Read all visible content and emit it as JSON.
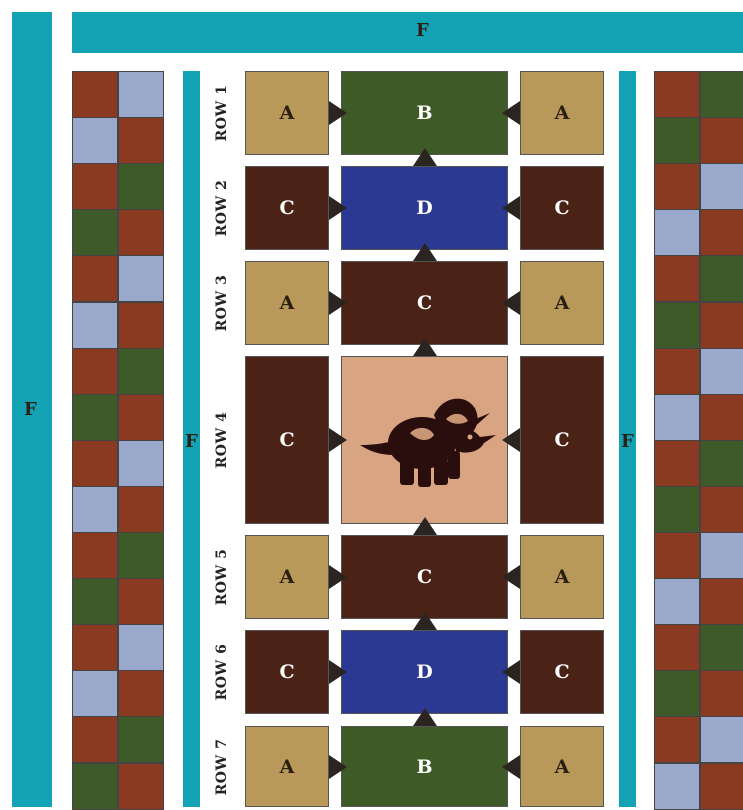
{
  "labels": {
    "top_band": "F",
    "left_band": "F",
    "inner_left_band": "F",
    "inner_right_band": "F"
  },
  "rows": [
    {
      "label": "ROW 1",
      "left": "A",
      "center": "B",
      "right": "A"
    },
    {
      "label": "ROW 2",
      "left": "C",
      "center": "D",
      "right": "C"
    },
    {
      "label": "ROW 3",
      "left": "A",
      "center": "C",
      "right": "A"
    },
    {
      "label": "ROW 4",
      "left": "C",
      "center": "",
      "right": "C"
    },
    {
      "label": "ROW 5",
      "left": "A",
      "center": "C",
      "right": "A"
    },
    {
      "label": "ROW 6",
      "left": "C",
      "center": "D",
      "right": "C"
    },
    {
      "label": "ROW 7",
      "left": "A",
      "center": "B",
      "right": "A"
    }
  ],
  "colors": {
    "band": "#14a3b4",
    "A": "#b8995a",
    "B": "#3d5a27",
    "C": "#4a2316",
    "D": "#2b3993",
    "dino_bg": "#d9a481",
    "dino": "#2a0d0d",
    "checker_red": "#8b3a22",
    "checker_green": "#3e5a28",
    "checker_blue": "#9aa8cc",
    "arrow": "#2b2522"
  },
  "checker_left": [
    [
      "red",
      "blue"
    ],
    [
      "blue",
      "red"
    ],
    [
      "red",
      "green"
    ],
    [
      "green",
      "red"
    ],
    [
      "red",
      "blue"
    ],
    [
      "blue",
      "red"
    ],
    [
      "red",
      "green"
    ],
    [
      "green",
      "red"
    ],
    [
      "red",
      "blue"
    ],
    [
      "blue",
      "red"
    ],
    [
      "red",
      "green"
    ],
    [
      "green",
      "red"
    ],
    [
      "red",
      "blue"
    ],
    [
      "blue",
      "red"
    ],
    [
      "red",
      "green"
    ],
    [
      "green",
      "red"
    ]
  ],
  "checker_right": [
    [
      "red",
      "green"
    ],
    [
      "green",
      "red"
    ],
    [
      "red",
      "blue"
    ],
    [
      "blue",
      "red"
    ],
    [
      "red",
      "green"
    ],
    [
      "green",
      "red"
    ],
    [
      "red",
      "blue"
    ],
    [
      "blue",
      "red"
    ],
    [
      "red",
      "green"
    ],
    [
      "green",
      "red"
    ],
    [
      "red",
      "blue"
    ],
    [
      "blue",
      "red"
    ],
    [
      "red",
      "green"
    ],
    [
      "green",
      "red"
    ],
    [
      "red",
      "blue"
    ],
    [
      "blue",
      "red"
    ]
  ]
}
